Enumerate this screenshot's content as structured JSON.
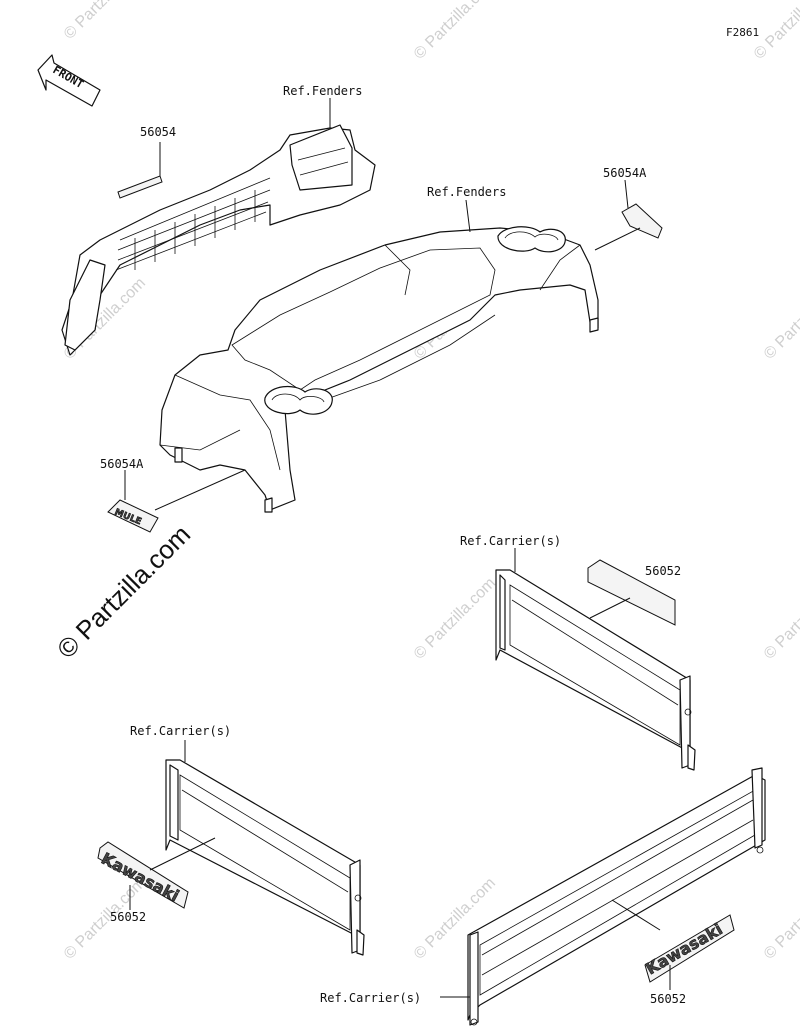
{
  "figure_code": "F2861",
  "front_label": "FRONT",
  "watermark_main": "© Partzilla.com",
  "watermark_small": "© Partzilla.com",
  "labels": {
    "ref_fenders_top": "Ref.Fenders",
    "ref_fenders_mid": "Ref.Fenders",
    "part_56054": "56054",
    "part_56054A_right": "56054A",
    "part_56054A_left": "56054A",
    "ref_carriers_right": "Ref.Carrier(s)",
    "part_56052_right": "56052",
    "ref_carriers_left": "Ref.Carrier(s)",
    "part_56052_left": "56052",
    "ref_carriers_bottom": "Ref.Carrier(s)",
    "part_56052_bottom": "56052"
  },
  "decal_texts": {
    "mule_logo": "MULE",
    "kawasaki_left": "Kawasaki",
    "kawasaki_right": "Kawasaki"
  }
}
